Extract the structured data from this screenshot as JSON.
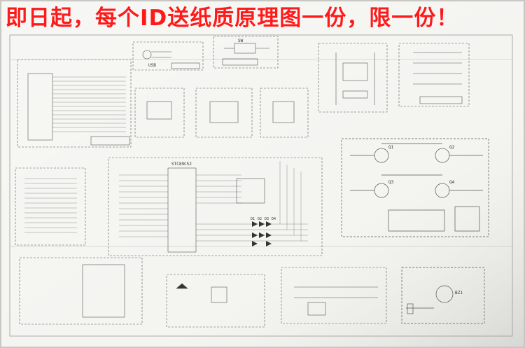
{
  "banner": {
    "text": "即日起，每个ID送纸质原理图一份，限一份！",
    "color": "#ff1a1a"
  },
  "poster": {
    "paper_color": "#f4f4f1",
    "ink_color": "#3a3a3a"
  },
  "blocks": [
    {
      "id": "usb-interface",
      "labels": [
        "USB"
      ]
    },
    {
      "id": "power-switch",
      "labels": [
        "SW"
      ]
    },
    {
      "id": "mcu-core",
      "labels": [
        "STC89C52"
      ]
    },
    {
      "id": "led-array",
      "labels": [
        "D1",
        "D2",
        "D3",
        "D4"
      ]
    },
    {
      "id": "transistor-driver",
      "labels": [
        "Q1",
        "Q2",
        "Q3",
        "Q4"
      ]
    },
    {
      "id": "buzzer",
      "labels": [
        "BZ1"
      ]
    }
  ]
}
